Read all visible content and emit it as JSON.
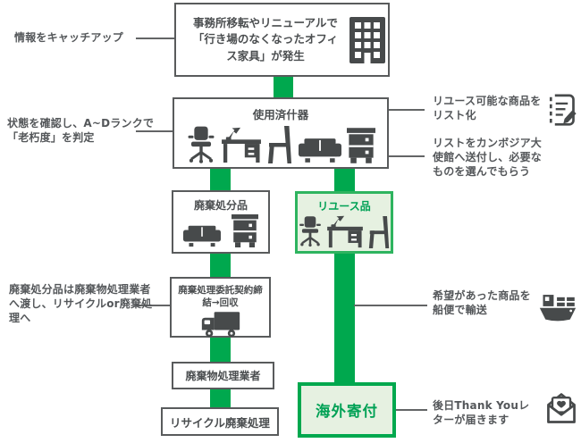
{
  "palette": {
    "flow_green": "#00a84e",
    "reuse_border_green": "#2eb45f",
    "light_green_bg": "#e6f1e1",
    "green_text": "#00a155",
    "box_border_gray": "#595b5c",
    "connector_gray": "#636566",
    "label_text_gray": "#54575a",
    "icon_gray": "#474a4b"
  },
  "nodes": {
    "occurrence": {
      "label": "事務所移転やリニューアルで「行き場のなくなったオフィス家具」が発生",
      "icon": "building-icon"
    },
    "used_fixtures": {
      "label": "使用済什器",
      "icons": [
        "office-chair-icon",
        "desk-lamp-icon",
        "chair-icon",
        "sofa-icon",
        "cabinet-icon"
      ]
    },
    "disposal_items": {
      "label": "廃棄処分品",
      "icons": [
        "sofa-icon",
        "cabinet-icon"
      ]
    },
    "reuse_items": {
      "label": "リユース品",
      "icons": [
        "office-chair-icon",
        "desk-lamp-icon",
        "chair-icon"
      ]
    },
    "contract": {
      "label": "廃棄処理委託契約締結→回収",
      "icon": "truck-icon"
    },
    "waste_processor": {
      "label": "廃棄物処理業者"
    },
    "recycle": {
      "label": "リサイクル廃棄処理"
    },
    "overseas_donation": {
      "label": "海外寄付"
    }
  },
  "annotations": {
    "left": [
      {
        "label": "情報をキャッチアップ"
      },
      {
        "label": "状態を確認し、A~Dランクで「老朽度」を判定"
      },
      {
        "label": "廃棄処分品は廃棄物処理業者へ渡し、リサイクルor廃棄処理へ"
      }
    ],
    "right": [
      {
        "label": "リユース可能な商品をリスト化",
        "icon": "checklist-pencil-icon"
      },
      {
        "label": "リストをカンボジア大使館へ送付し、必要なものを選んでもらう"
      },
      {
        "label": "希望があった商品を船便で輸送",
        "icon": "cargo-ship-icon"
      },
      {
        "label": "後日Thank Youレターが届きます",
        "icon": "love-letter-icon"
      }
    ]
  }
}
